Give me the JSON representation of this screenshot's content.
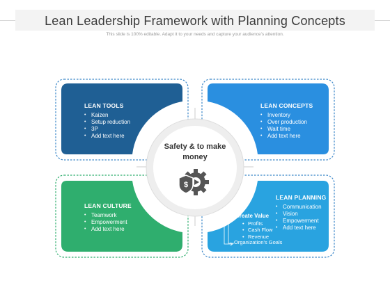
{
  "header": {
    "title": "Lean Leadership Framework with Planning Concepts",
    "subtitle": "This slide is 100% editable. Adapt it to your needs and capture your audience's attention."
  },
  "center": {
    "label": "Safety & to make money",
    "icon": "gear-dollar-shield-icon"
  },
  "cards": {
    "lean_tools": {
      "heading": "LEAN TOOLS",
      "items": [
        "Kaizen",
        "Setup reduction",
        "3P",
        "Add text here"
      ],
      "color": "#1f5f94"
    },
    "lean_concepts": {
      "heading": "LEAN CONCEPTS",
      "items": [
        "Inventory",
        "Over production",
        "Wait time",
        "Add text here"
      ],
      "color": "#2a8fe0"
    },
    "lean_culture": {
      "heading": "LEAN CULTURE",
      "items": [
        "Teamwork",
        "Empowerment",
        "Add text here"
      ],
      "color": "#2fae6e"
    },
    "lean_planning": {
      "heading": "LEAN PLANNING",
      "items": [
        "Communication",
        "Vision",
        "Empowerment",
        "Add text here"
      ],
      "create_value": {
        "heading": "Create Value",
        "items": [
          "Profits",
          "Cash Flow",
          "Revenue"
        ]
      },
      "org_goals": "Organization's Goals",
      "color": "#29a3e0"
    }
  },
  "colors": {
    "dotted_outline_blue": "#3a86c8",
    "dotted_outline_green": "#2fae6e",
    "gear_dark": "#555555",
    "center_ring": "#dddddd"
  }
}
